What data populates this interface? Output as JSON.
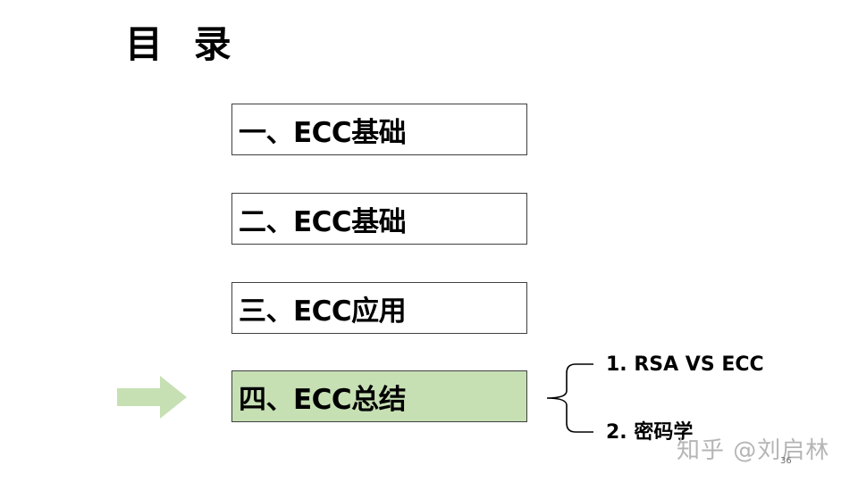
{
  "title": "目 录",
  "toc_items": [
    {
      "label": "一、ECC基础",
      "active": false
    },
    {
      "label": "二、ECC基础",
      "active": false
    },
    {
      "label": "三、ECC应用",
      "active": false
    },
    {
      "label": "四、ECC总结",
      "active": true
    }
  ],
  "sub_items": [
    {
      "label": "1. RSA VS ECC"
    },
    {
      "label": "2. 密码学"
    }
  ],
  "watermark": "知乎 @刘启林",
  "page_number": "36",
  "colors": {
    "active_fill": "#c6e0b4",
    "arrow": "#c6e0b4",
    "box_border": "#3f3f3f",
    "text": "#000000"
  },
  "icons": {
    "current_section_marker": "right-arrow-icon",
    "subsection_grouping": "curly-brace-icon"
  }
}
